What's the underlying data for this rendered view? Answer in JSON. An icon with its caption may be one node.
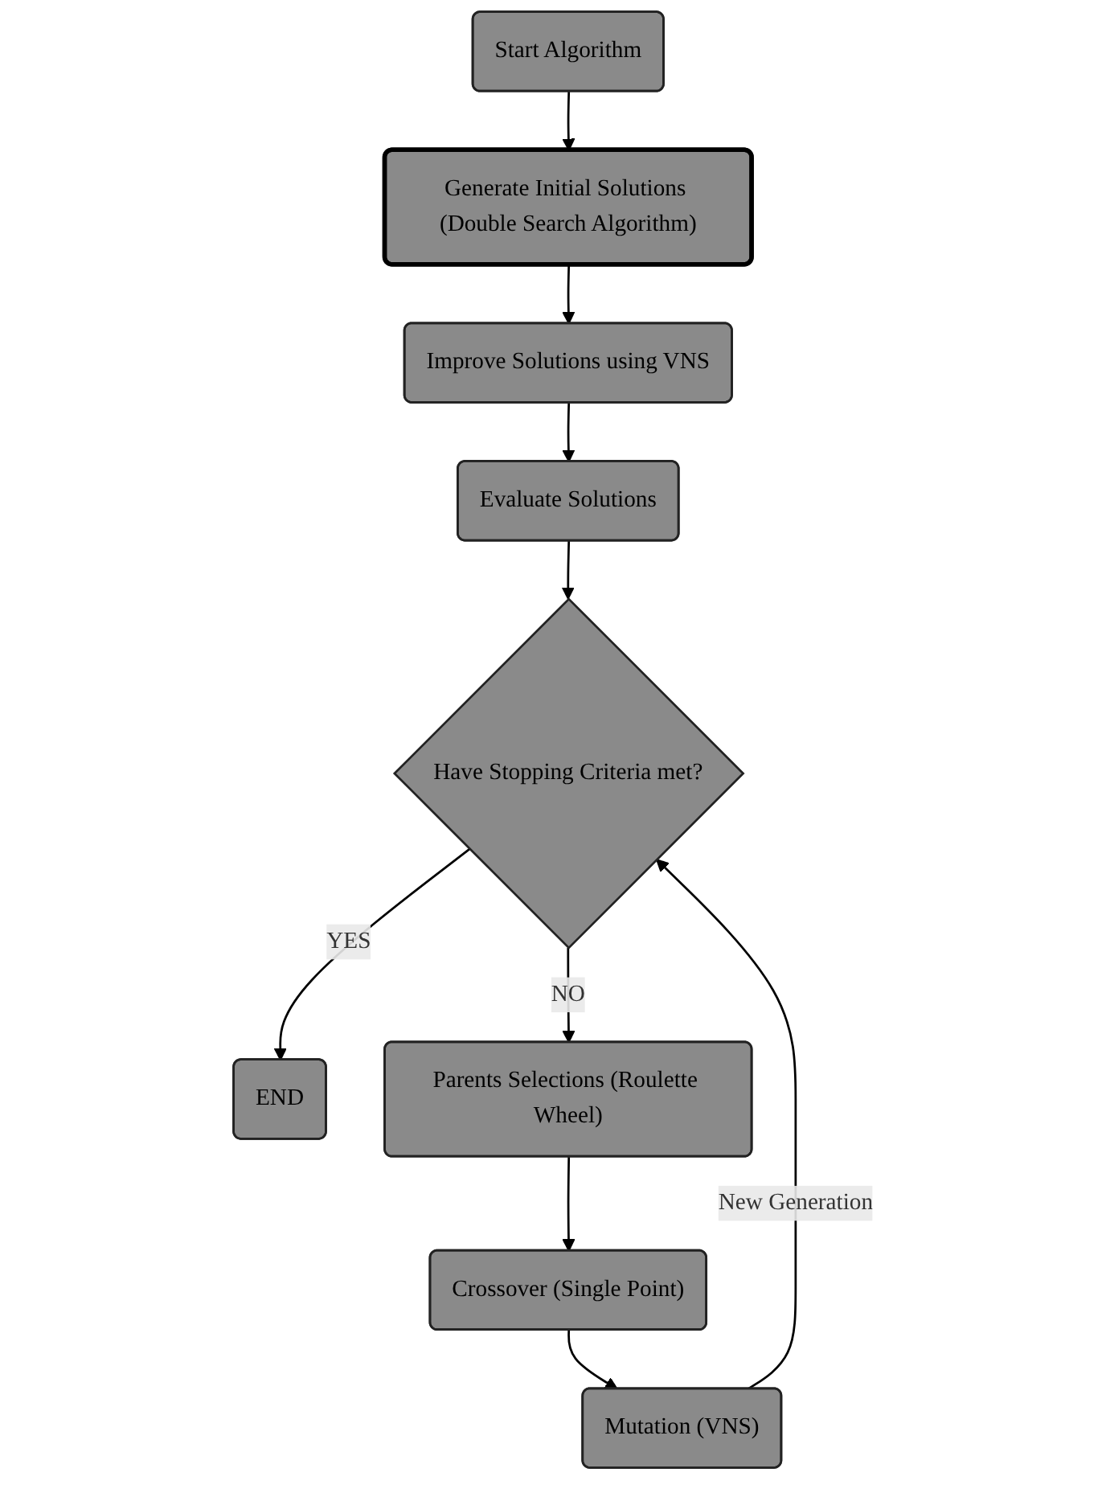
{
  "diagram": {
    "nodes": [
      {
        "text": [
          "Start Algorithm"
        ]
      },
      {
        "text": [
          "Generate Initial Solutions (Double Search Algorithm)"
        ]
      },
      {
        "text": [
          "Improve Solutions using VNS"
        ]
      },
      {
        "text": [
          "Evaluate Solutions"
        ]
      },
      {
        "text": [
          "Have Stopping Criteria met?"
        ]
      },
      {
        "text": [
          "END"
        ]
      },
      {
        "text": [
          "Parents Selections (Roulette Wheel)"
        ]
      },
      {
        "text": [
          "Crossover (Single Point)"
        ]
      },
      {
        "text": [
          "Mutation (VNS)"
        ]
      }
    ],
    "edges": [
      {
        "from": 0,
        "to": 1,
        "arrow": "to"
      },
      {
        "from": 1,
        "to": 2,
        "arrow": "to"
      },
      {
        "from": 2,
        "to": 3,
        "arrow": "to"
      },
      {
        "from": 3,
        "to": 4,
        "arrow": "to"
      },
      {
        "from": 4,
        "to": 5,
        "arrow": "to",
        "label": "YES"
      },
      {
        "from": 4,
        "to": 6,
        "arrow": "to",
        "label": "NO"
      },
      {
        "from": 6,
        "to": 7,
        "arrow": "to"
      },
      {
        "from": 7,
        "to": 8,
        "arrow": "to"
      },
      {
        "from": 8,
        "to": 4,
        "arrow": "to",
        "label": "New Generation"
      }
    ]
  }
}
